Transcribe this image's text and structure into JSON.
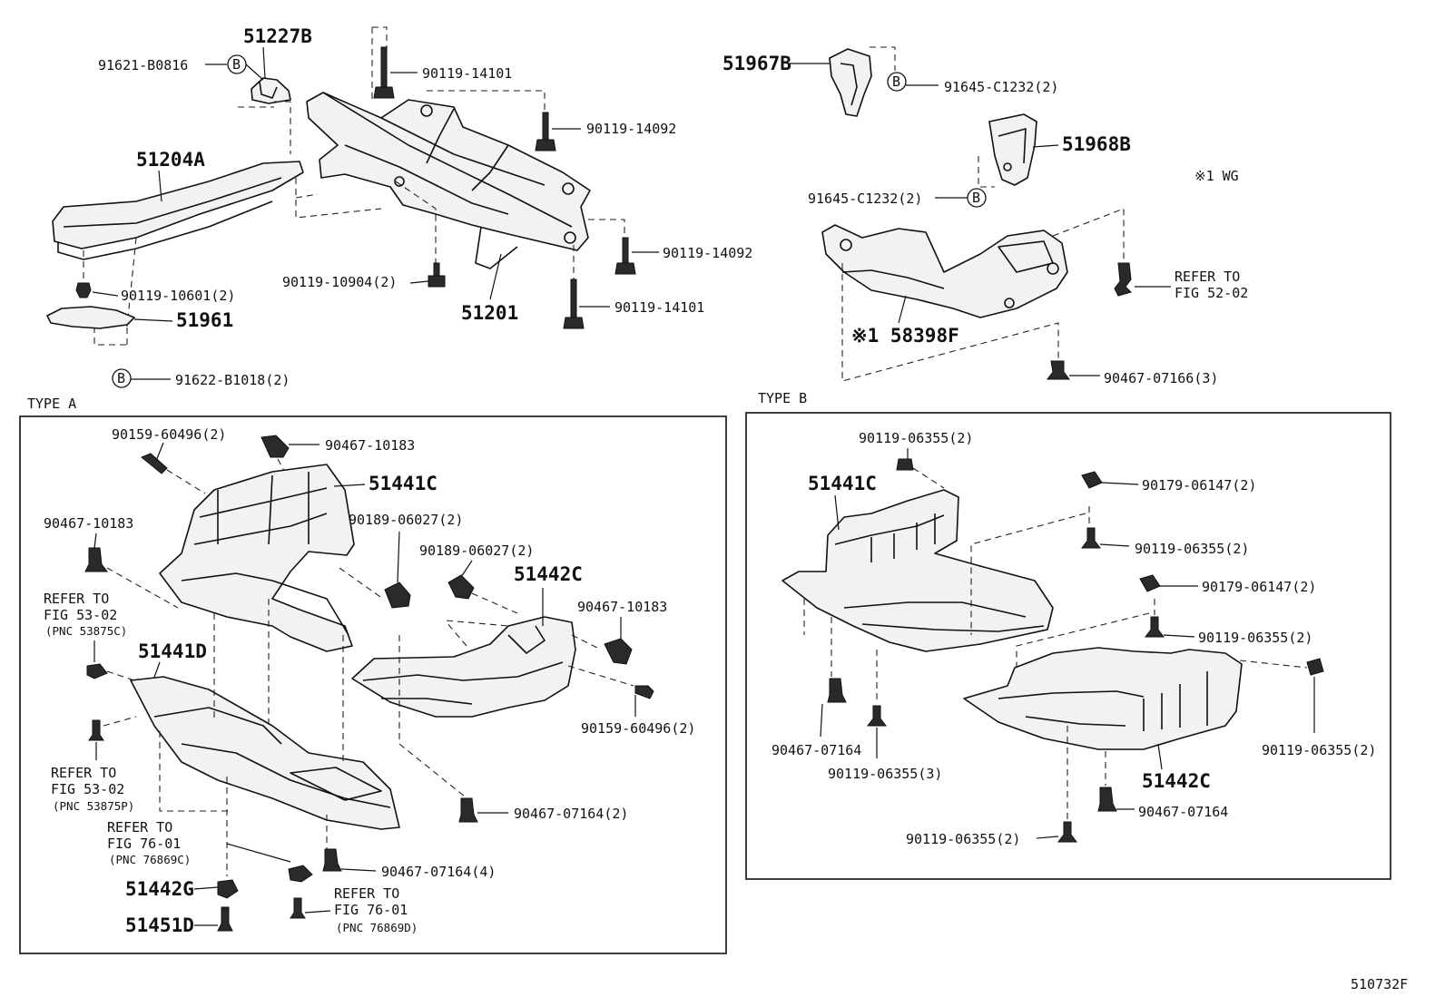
{
  "figure_code": "510732F",
  "note": "※1 WG",
  "sections": {
    "type_a": "TYPE A",
    "type_b": "TYPE B"
  },
  "b_marker": "B",
  "top": {
    "p51227B": "51227B",
    "p91621": "91621-B0816",
    "p51204A": "51204A",
    "p90119_10601": "90119-10601(2)",
    "p51961": "51961",
    "p91622": "91622-B1018(2)",
    "p90119_14101a": "90119-14101",
    "p90119_14092a": "90119-14092",
    "p90119_14092b": "90119-14092",
    "p90119_10904": "90119-10904(2)",
    "p51201": "51201",
    "p90119_14101b": "90119-14101",
    "p51967B": "51967B",
    "p91645a": "91645-C1232(2)",
    "p51968B": "51968B",
    "p91645b": "91645-C1232(2)",
    "refer_a": "REFER TO",
    "refer_b": "FIG 52-02",
    "p58398F": "※1 58398F",
    "p90467_07166": "90467-07166(3)"
  },
  "type_a": {
    "p90159_60496a": "90159-60496(2)",
    "p90467_10183a": "90467-10183",
    "p51441C": "51441C",
    "p90467_10183b": "90467-10183",
    "p90189_06027a": "90189-06027(2)",
    "p90189_06027b": "90189-06027(2)",
    "p51442C": "51442C",
    "p90467_10183c": "90467-10183",
    "ref1_a": "REFER TO",
    "ref1_b": "FIG 53-02",
    "ref1_c": "(PNC 53875C)",
    "p51441D": "51441D",
    "p90159_60496b": "90159-60496(2)",
    "ref2_a": "REFER TO",
    "ref2_b": "FIG 53-02",
    "ref2_c": "(PNC 53875P)",
    "p90467_07164a": "90467-07164(2)",
    "ref3_a": "REFER TO",
    "ref3_b": "FIG 76-01",
    "ref3_c": "(PNC 76869C)",
    "p90467_07164b": "90467-07164(4)",
    "p51442G": "51442G",
    "ref4_a": "REFER TO",
    "ref4_b": "FIG 76-01",
    "ref4_c": "(PNC 76869D)",
    "p51451D": "51451D"
  },
  "type_b": {
    "p90119_06355a": "90119-06355(2)",
    "p51441C": "51441C",
    "p90179_06147a": "90179-06147(2)",
    "p90119_06355b": "90119-06355(2)",
    "p90179_06147b": "90179-06147(2)",
    "p90119_06355c": "90119-06355(2)",
    "p90119_06355d": "90119-06355(2)",
    "p90467_07164a": "90467-07164",
    "p90119_06355e": "90119-06355(3)",
    "p51442C": "51442C",
    "p90467_07164b": "90467-07164",
    "p90119_06355f": "90119-06355(2)"
  }
}
